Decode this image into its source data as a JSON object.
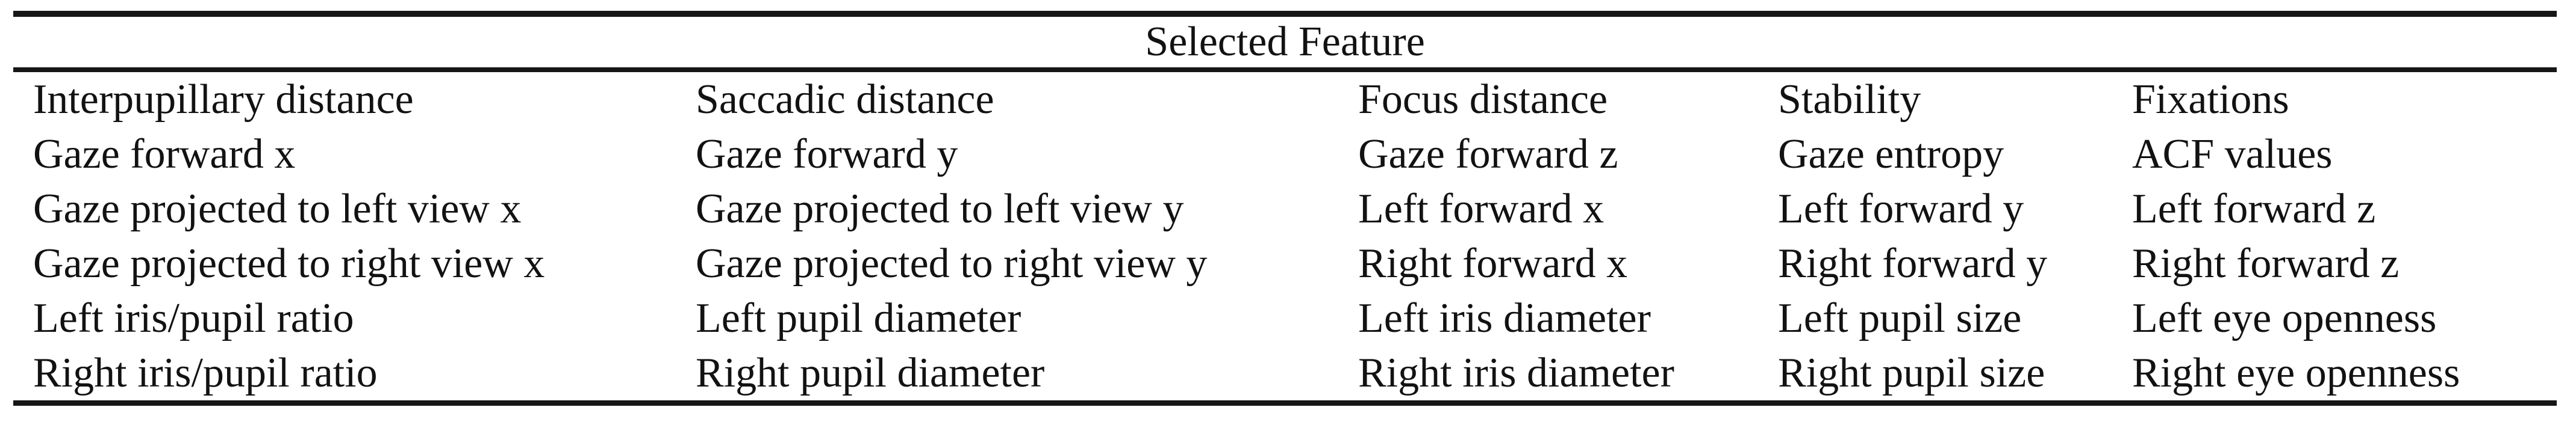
{
  "table": {
    "header": "Selected Feature",
    "columns": 5,
    "rows": [
      [
        "Interpupillary distance",
        "Saccadic distance",
        "Focus distance",
        "Stability",
        "Fixations"
      ],
      [
        "Gaze forward x",
        "Gaze forward y",
        "Gaze forward z",
        "Gaze entropy",
        "ACF values"
      ],
      [
        "Gaze projected to left view x",
        "Gaze projected to left view y",
        "Left forward x",
        "Left forward y",
        "Left forward z"
      ],
      [
        "Gaze projected to right view x",
        "Gaze projected to right view y",
        "Right forward x",
        "Right forward y",
        "Right forward z"
      ],
      [
        "Left iris/pupil ratio",
        "Left pupil diameter",
        "Left iris diameter",
        "Left pupil size",
        "Left eye openness"
      ],
      [
        "Right iris/pupil ratio",
        "Right pupil diameter",
        "Right iris diameter",
        "Right pupil size",
        "Right eye openness"
      ]
    ],
    "colors": {
      "text": "#121212",
      "rule": "#161616",
      "background": "#ffffff"
    }
  }
}
